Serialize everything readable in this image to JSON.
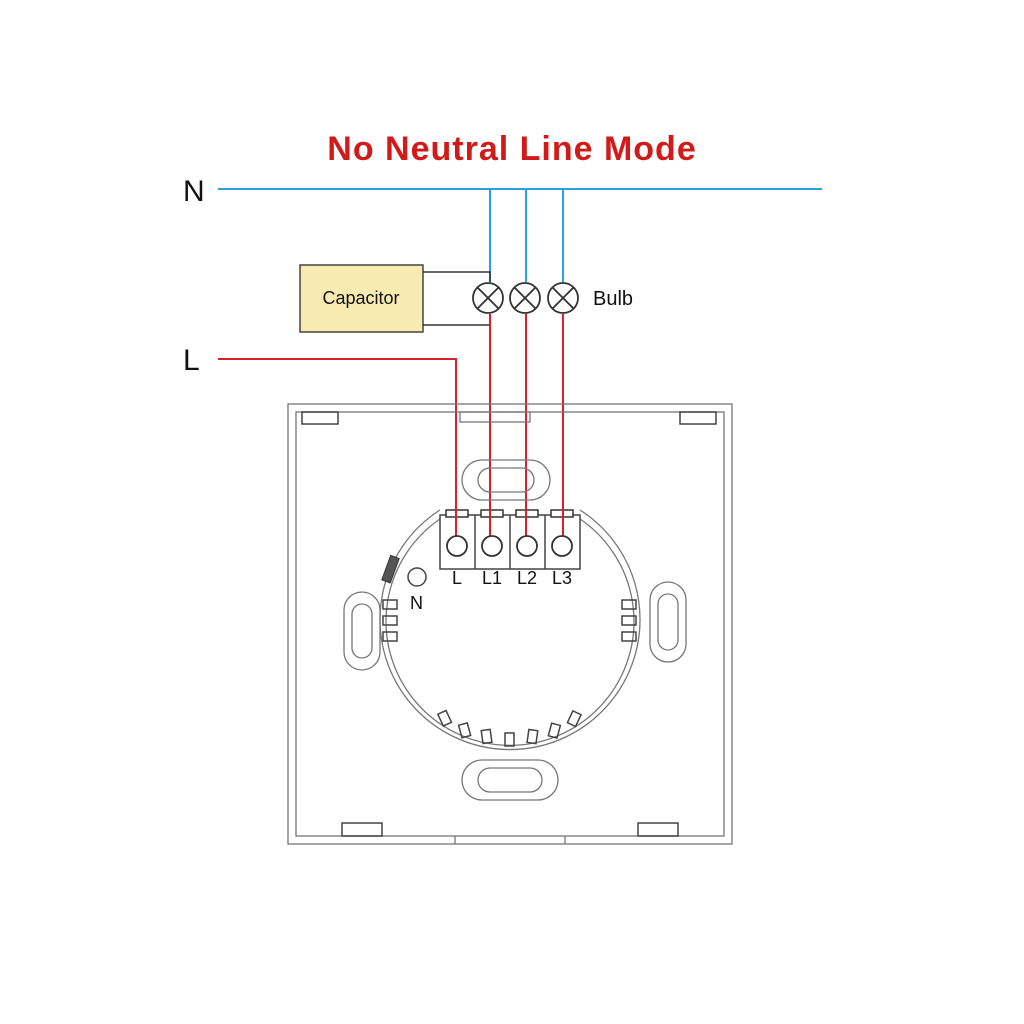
{
  "title": "No Neutral Line Mode",
  "lines": {
    "neutral_label": "N",
    "live_label": "L"
  },
  "capacitor": {
    "label": "Capacitor"
  },
  "bulb": {
    "label": "Bulb"
  },
  "terminals": [
    "L",
    "L1",
    "L2",
    "L3"
  ],
  "neutral_terminal_label": "N",
  "colors": {
    "title": "#d11a1a",
    "neutral_wire": "#29a3df",
    "live_wire": "#d6202a",
    "capacitor_fill": "#f8eab0",
    "wire_black": "#333333"
  }
}
